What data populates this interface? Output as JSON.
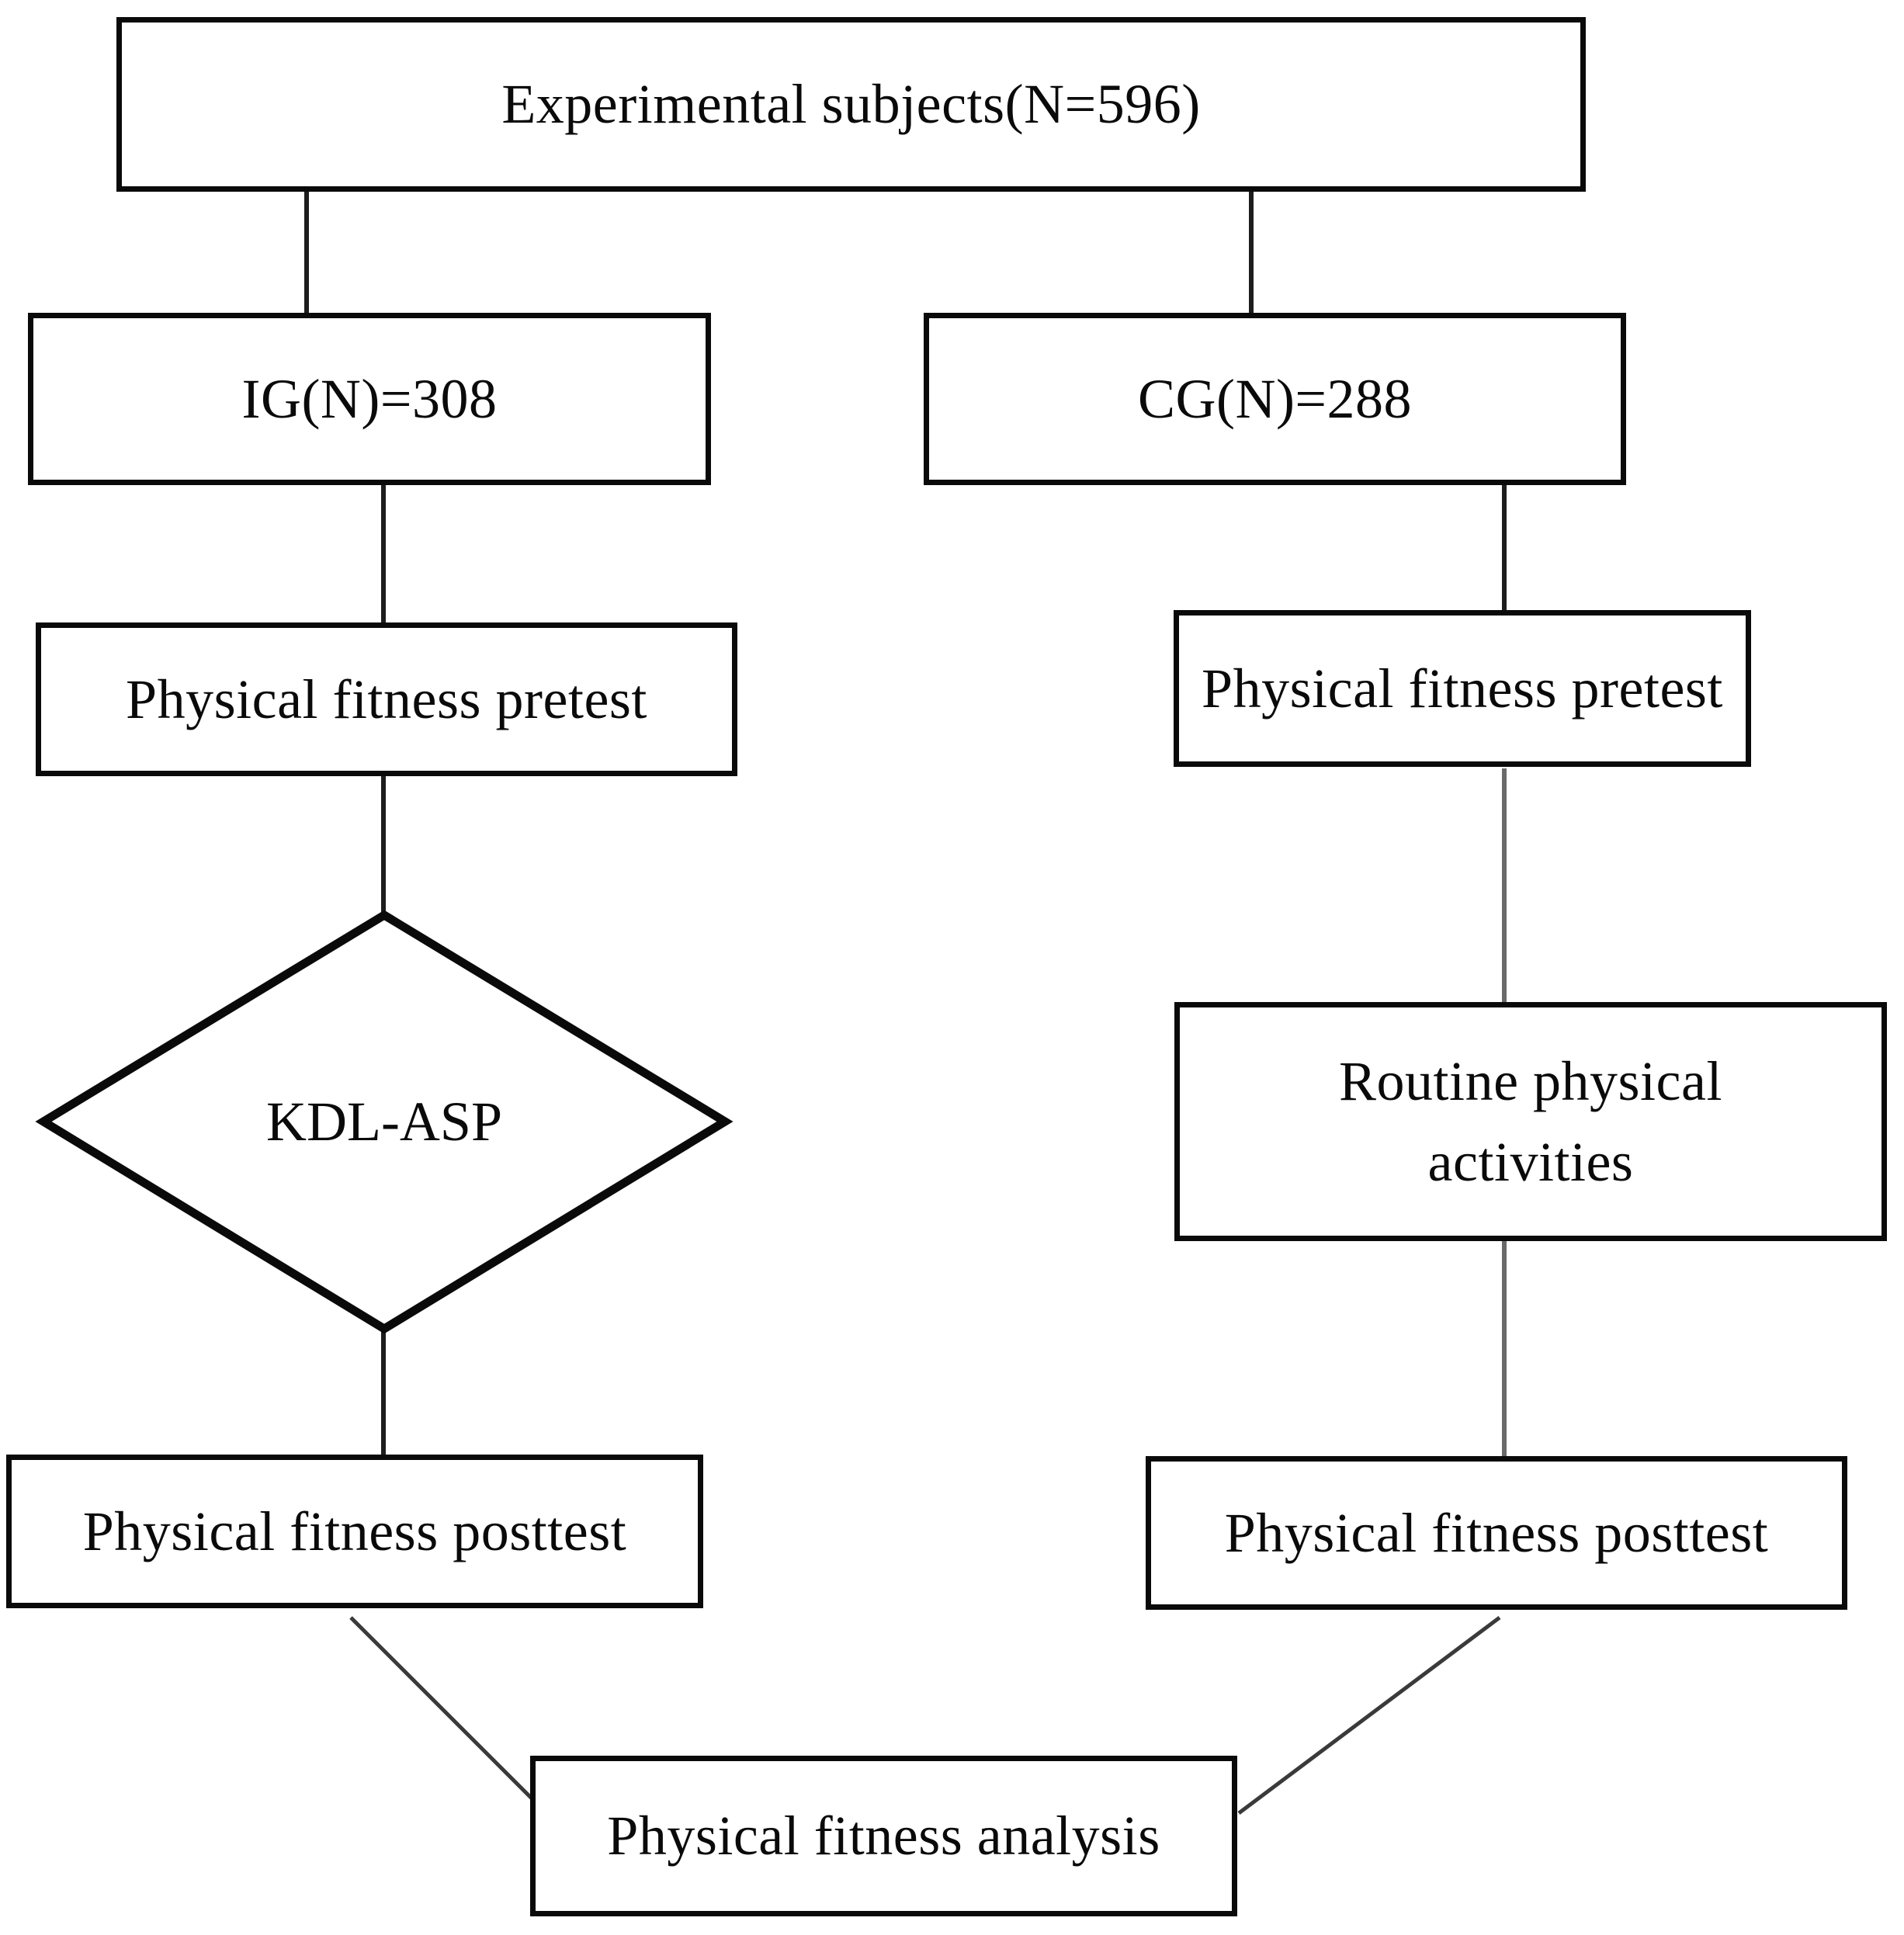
{
  "diagram": {
    "type": "flowchart",
    "title_text": "Experimental study design flowchart",
    "colors": {
      "node_border": "#0a0a0a",
      "node_fill": "#ffffff",
      "connector": "#1d1d1d",
      "connector_light": "#4a4a4a",
      "text": "#0a0a0a"
    },
    "nodes": [
      {
        "id": "experimental-subjects",
        "shape": "rectangle",
        "label": "Experimental subjects(N=596)"
      },
      {
        "id": "intervention-group",
        "shape": "rectangle",
        "label": "IG(N)=308"
      },
      {
        "id": "control-group",
        "shape": "rectangle",
        "label": "CG(N)=288"
      },
      {
        "id": "ig-pretest",
        "shape": "rectangle",
        "label": "Physical fitness pretest"
      },
      {
        "id": "cg-pretest",
        "shape": "rectangle",
        "label": "Physical fitness pretest"
      },
      {
        "id": "kdl-asp",
        "shape": "diamond",
        "label": "KDL-ASP"
      },
      {
        "id": "routine-activities",
        "shape": "rectangle",
        "label": "Routine physical\nactivities"
      },
      {
        "id": "ig-posttest",
        "shape": "rectangle",
        "label": "Physical fitness posttest"
      },
      {
        "id": "cg-posttest",
        "shape": "rectangle",
        "label": "Physical fitness posttest"
      },
      {
        "id": "fitness-analysis",
        "shape": "rectangle",
        "label": "Physical fitness analysis"
      }
    ],
    "edges": [
      {
        "from": "experimental-subjects",
        "to": "intervention-group",
        "style": "vertical"
      },
      {
        "from": "experimental-subjects",
        "to": "control-group",
        "style": "vertical"
      },
      {
        "from": "intervention-group",
        "to": "ig-pretest",
        "style": "vertical"
      },
      {
        "from": "control-group",
        "to": "cg-pretest",
        "style": "vertical"
      },
      {
        "from": "ig-pretest",
        "to": "kdl-asp",
        "style": "vertical"
      },
      {
        "from": "cg-pretest",
        "to": "routine-activities",
        "style": "vertical"
      },
      {
        "from": "kdl-asp",
        "to": "ig-posttest",
        "style": "vertical"
      },
      {
        "from": "routine-activities",
        "to": "cg-posttest",
        "style": "vertical"
      },
      {
        "from": "ig-posttest",
        "to": "fitness-analysis",
        "style": "diagonal"
      },
      {
        "from": "cg-posttest",
        "to": "fitness-analysis",
        "style": "diagonal"
      }
    ]
  }
}
